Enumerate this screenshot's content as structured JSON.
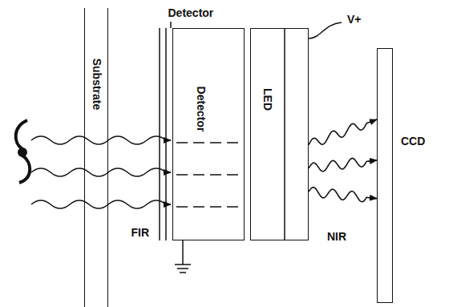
{
  "diagram": {
    "nodes": [
      {
        "text": [
          "Substrate"
        ]
      },
      {
        "text": [
          "Detector"
        ]
      },
      {
        "text": [
          "LED"
        ]
      },
      {
        "text": [
          "CCD"
        ]
      }
    ],
    "edges": [
      {
        "from": 2,
        "to": 3,
        "arrow": "to"
      },
      {
        "from": 2,
        "to": 3,
        "arrow": "to"
      },
      {
        "from": 2,
        "to": 3,
        "arrow": "to"
      }
    ],
    "labels": [
      "Detector",
      "V+",
      "FIR",
      "NIR"
    ]
  }
}
